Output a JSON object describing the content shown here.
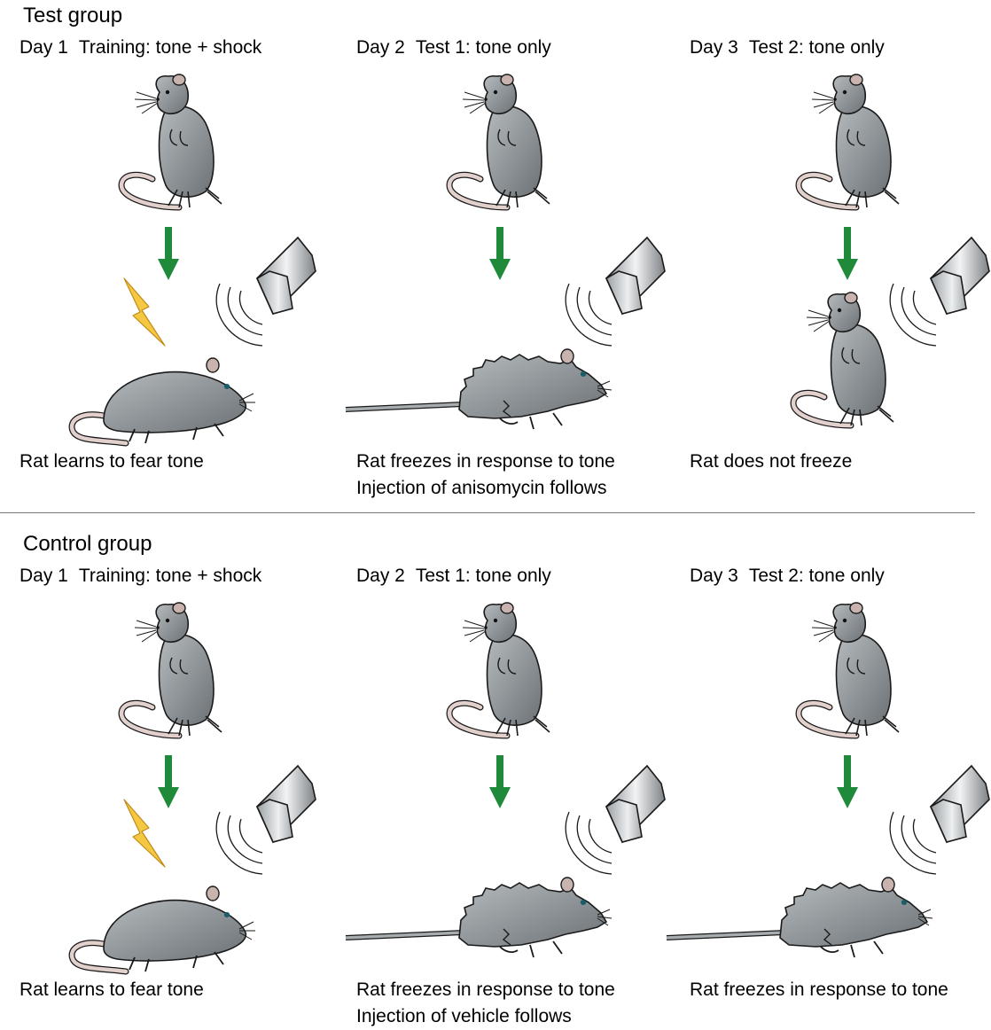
{
  "groups": [
    {
      "title": "Test group",
      "panels": [
        {
          "day": "Day 1",
          "phase": "Training: tone + shock",
          "shock": true,
          "outcome": "fear",
          "caption": [
            "Rat learns to fear tone"
          ]
        },
        {
          "day": "Day 2",
          "phase": "Test 1: tone only",
          "shock": false,
          "outcome": "freeze",
          "caption": [
            "Rat freezes in response to tone",
            "Injection of anisomycin follows"
          ]
        },
        {
          "day": "Day 3",
          "phase": "Test 2: tone only",
          "shock": false,
          "outcome": "no-freeze",
          "caption": [
            "Rat does not freeze"
          ]
        }
      ]
    },
    {
      "title": "Control group",
      "panels": [
        {
          "day": "Day 1",
          "phase": "Training: tone + shock",
          "shock": true,
          "outcome": "fear",
          "caption": [
            "Rat learns to fear tone"
          ]
        },
        {
          "day": "Day 2",
          "phase": "Test 1: tone only",
          "shock": false,
          "outcome": "freeze",
          "caption": [
            "Rat freezes in response to tone",
            "Injection of vehicle follows"
          ]
        },
        {
          "day": "Day 3",
          "phase": "Test 2: tone only",
          "shock": false,
          "outcome": "freeze",
          "caption": [
            "Rat freezes in response to tone"
          ]
        }
      ]
    }
  ],
  "colors": {
    "arrow": "#1f8a3a",
    "rat_body": "#8c9296",
    "rat_outline": "#1a1a1a",
    "tail": "#e2d0cc",
    "shock": "#f5c842",
    "speaker": "#c9cccf",
    "divider": "#777777"
  },
  "icons": {
    "sitting_rat": "sitting-rat-icon",
    "crouching_rat": "crouching-rat-icon",
    "freezing_rat": "freezing-rat-icon",
    "speaker": "speaker-icon",
    "shock": "lightning-bolt-icon",
    "arrow": "down-arrow-icon"
  }
}
